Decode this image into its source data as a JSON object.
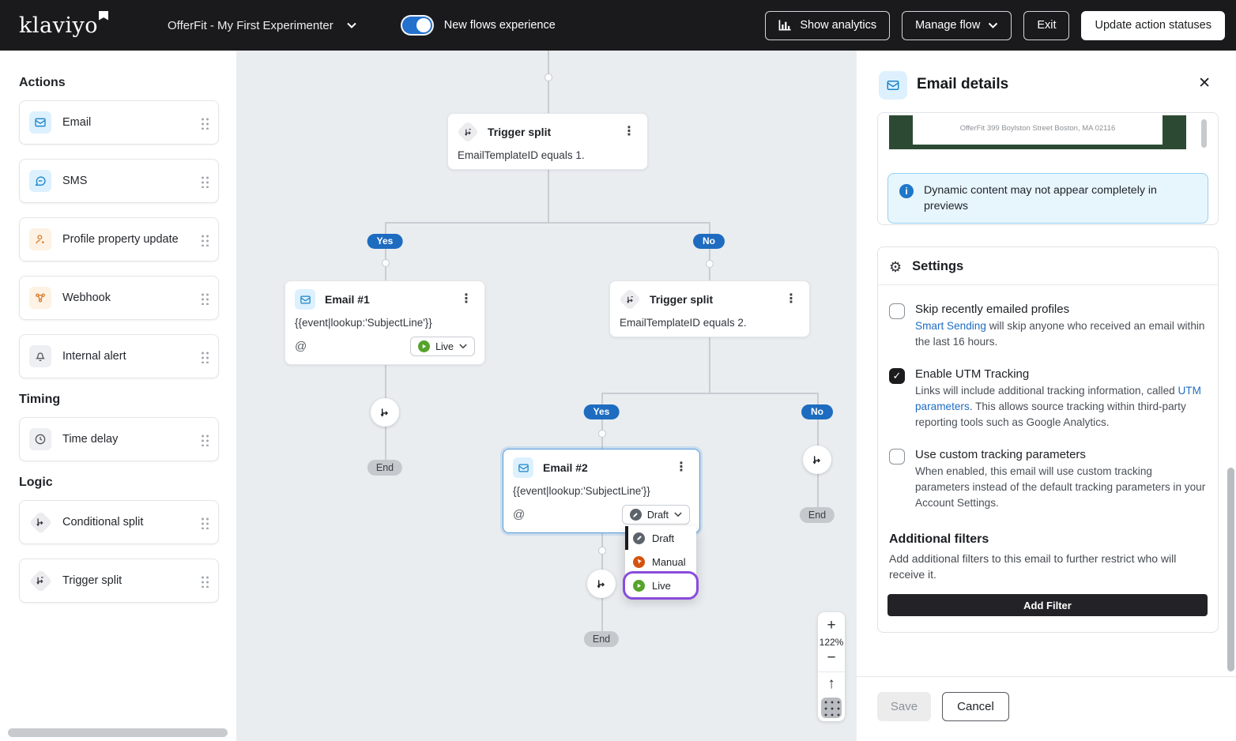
{
  "topbar": {
    "logo": "klaviyo",
    "flow_name": "OfferFit - My First Experimenter",
    "toggle_label": "New flows experience",
    "show_analytics": "Show analytics",
    "manage_flow": "Manage flow",
    "exit": "Exit",
    "update_action_statuses": "Update action statuses"
  },
  "sidebar": {
    "sections": [
      {
        "title": "Actions",
        "items": [
          {
            "label": "Email"
          },
          {
            "label": "SMS"
          },
          {
            "label": "Profile property update"
          },
          {
            "label": "Webhook"
          },
          {
            "label": "Internal alert"
          }
        ]
      },
      {
        "title": "Timing",
        "items": [
          {
            "label": "Time delay"
          }
        ]
      },
      {
        "title": "Logic",
        "items": [
          {
            "label": "Conditional split"
          },
          {
            "label": "Trigger split"
          }
        ]
      }
    ]
  },
  "canvas": {
    "labels": {
      "yes": "Yes",
      "no": "No",
      "end": "End"
    },
    "nodes": {
      "trigger1": {
        "title": "Trigger split",
        "condition": "EmailTemplateID equals 1."
      },
      "email1": {
        "title": "Email #1",
        "subject": "{{event|lookup:'SubjectLine'}}",
        "status": "Live",
        "at": "@"
      },
      "trigger2": {
        "title": "Trigger split",
        "condition": "EmailTemplateID equals 2."
      },
      "email2": {
        "title": "Email #2",
        "subject": "{{event|lookup:'SubjectLine'}}",
        "status": "Draft",
        "at": "@"
      }
    },
    "status_menu": {
      "items": [
        {
          "label": "Draft"
        },
        {
          "label": "Manual"
        },
        {
          "label": "Live"
        }
      ]
    },
    "zoom": {
      "plus": "+",
      "minus": "−",
      "level": "122%",
      "up": "↑"
    }
  },
  "panel": {
    "title": "Email details",
    "close": "✕",
    "preview_footer_text": "OfferFit 399 Boylston Street Boston, MA 02116",
    "banner_text": "Dynamic content may not appear completely in previews",
    "settings": {
      "title": "Settings",
      "options": [
        {
          "label": "Skip recently emailed profiles",
          "desc_before": "",
          "desc_link": "Smart Sending",
          "desc_after": " will skip anyone who received an email within the last 16 hours.",
          "checked": false
        },
        {
          "label": "Enable UTM Tracking",
          "desc_before": "Links will include additional tracking information, called ",
          "desc_link": "UTM parameters",
          "desc_after": ". This allows source tracking within third-party reporting tools such as Google Analytics.",
          "checked": true
        },
        {
          "label": "Use custom tracking parameters",
          "desc_before": "When enabled, this email will use custom tracking parameters instead of the default tracking parameters in your Account Settings.",
          "desc_link": "",
          "desc_after": "",
          "checked": false
        }
      ]
    },
    "additional_filters": {
      "title": "Additional filters",
      "desc": "Add additional filters to this email to further restrict who will receive it.",
      "button": "Add Filter"
    },
    "save": "Save",
    "cancel": "Cancel"
  },
  "colors": {
    "topbar_bg": "#1a1a1c",
    "canvas_bg": "#e9edf0",
    "branch_pill_blue": "#1e6cc0",
    "live_green": "#55a32a",
    "manual_orange": "#d3540f",
    "draft_gray": "#5d636b",
    "focus_purple": "#8a4bdc",
    "selected_node_blue": "#579bdc",
    "preview_green": "#2c4a33",
    "banner_blue": "#e7f5fd",
    "link_blue": "#1f6dc4"
  }
}
